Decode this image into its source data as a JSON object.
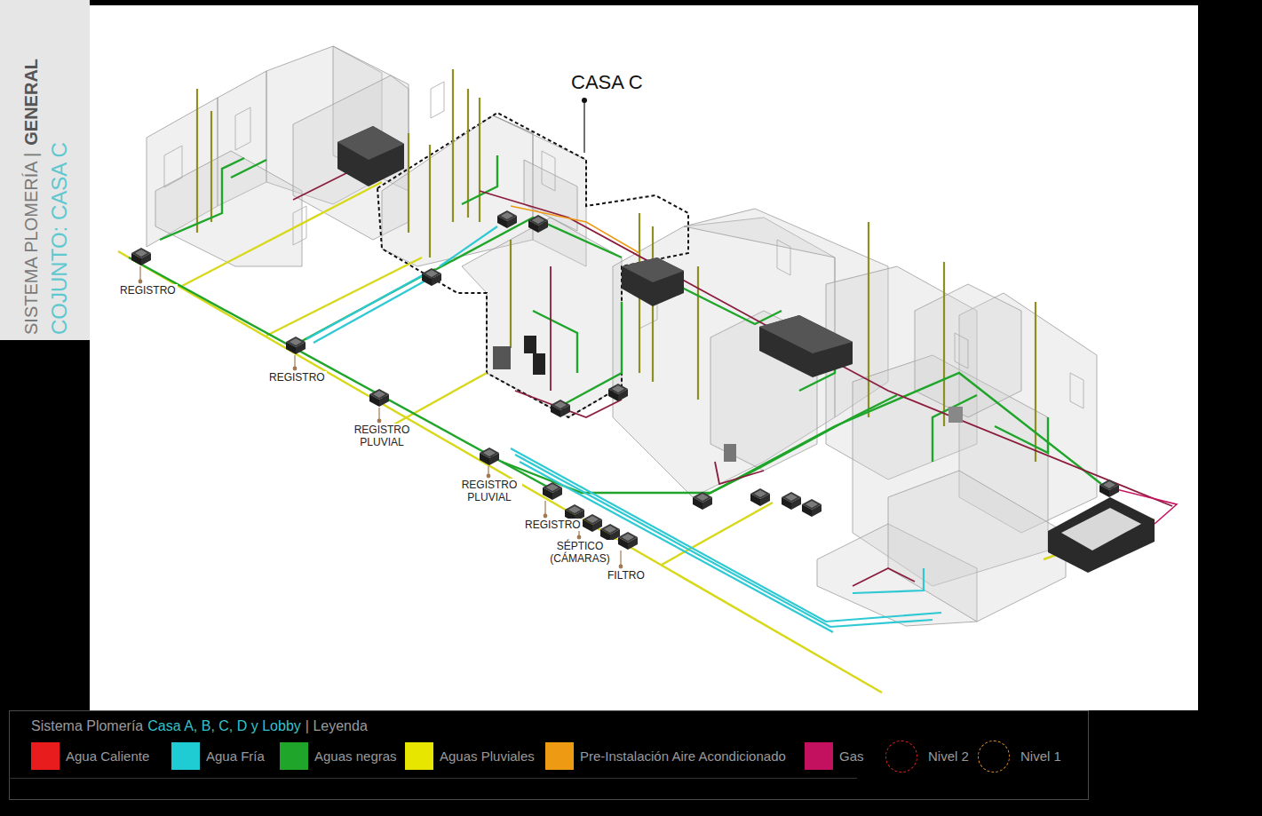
{
  "diagram": {
    "labels": [
      "SISTEMA PLOMERÍA |",
      "GENERAL",
      "COJUNTO: CASA C",
      "CASA C",
      "REGISTRO",
      "REGISTRO",
      "REGISTRO PLUVIAL",
      "REGISTRO PLUVIAL",
      "REGISTRO",
      "SÉPTICO (CÁMARAS)",
      "FILTRO",
      "Sistema Plomería",
      "Casa A, B, C, D y Lobby",
      "| Leyenda"
    ],
    "legend": [
      {
        "text": "Agua Caliente",
        "color": "#e81c1c"
      },
      {
        "text": "Agua Fría",
        "color": "#20ccd4"
      },
      {
        "text": "Aguas negras",
        "color": "#1fa52a"
      },
      {
        "text": "Aguas Pluviales",
        "color": "#e6e600"
      },
      {
        "text": "Pre-Instalación Aire Acondicionado",
        "color": "#ee9a12"
      },
      {
        "text": "Gas",
        "color": "#c4115f"
      },
      {
        "text": "Nivel 2"
      },
      {
        "text": "Nivel 1"
      }
    ]
  }
}
